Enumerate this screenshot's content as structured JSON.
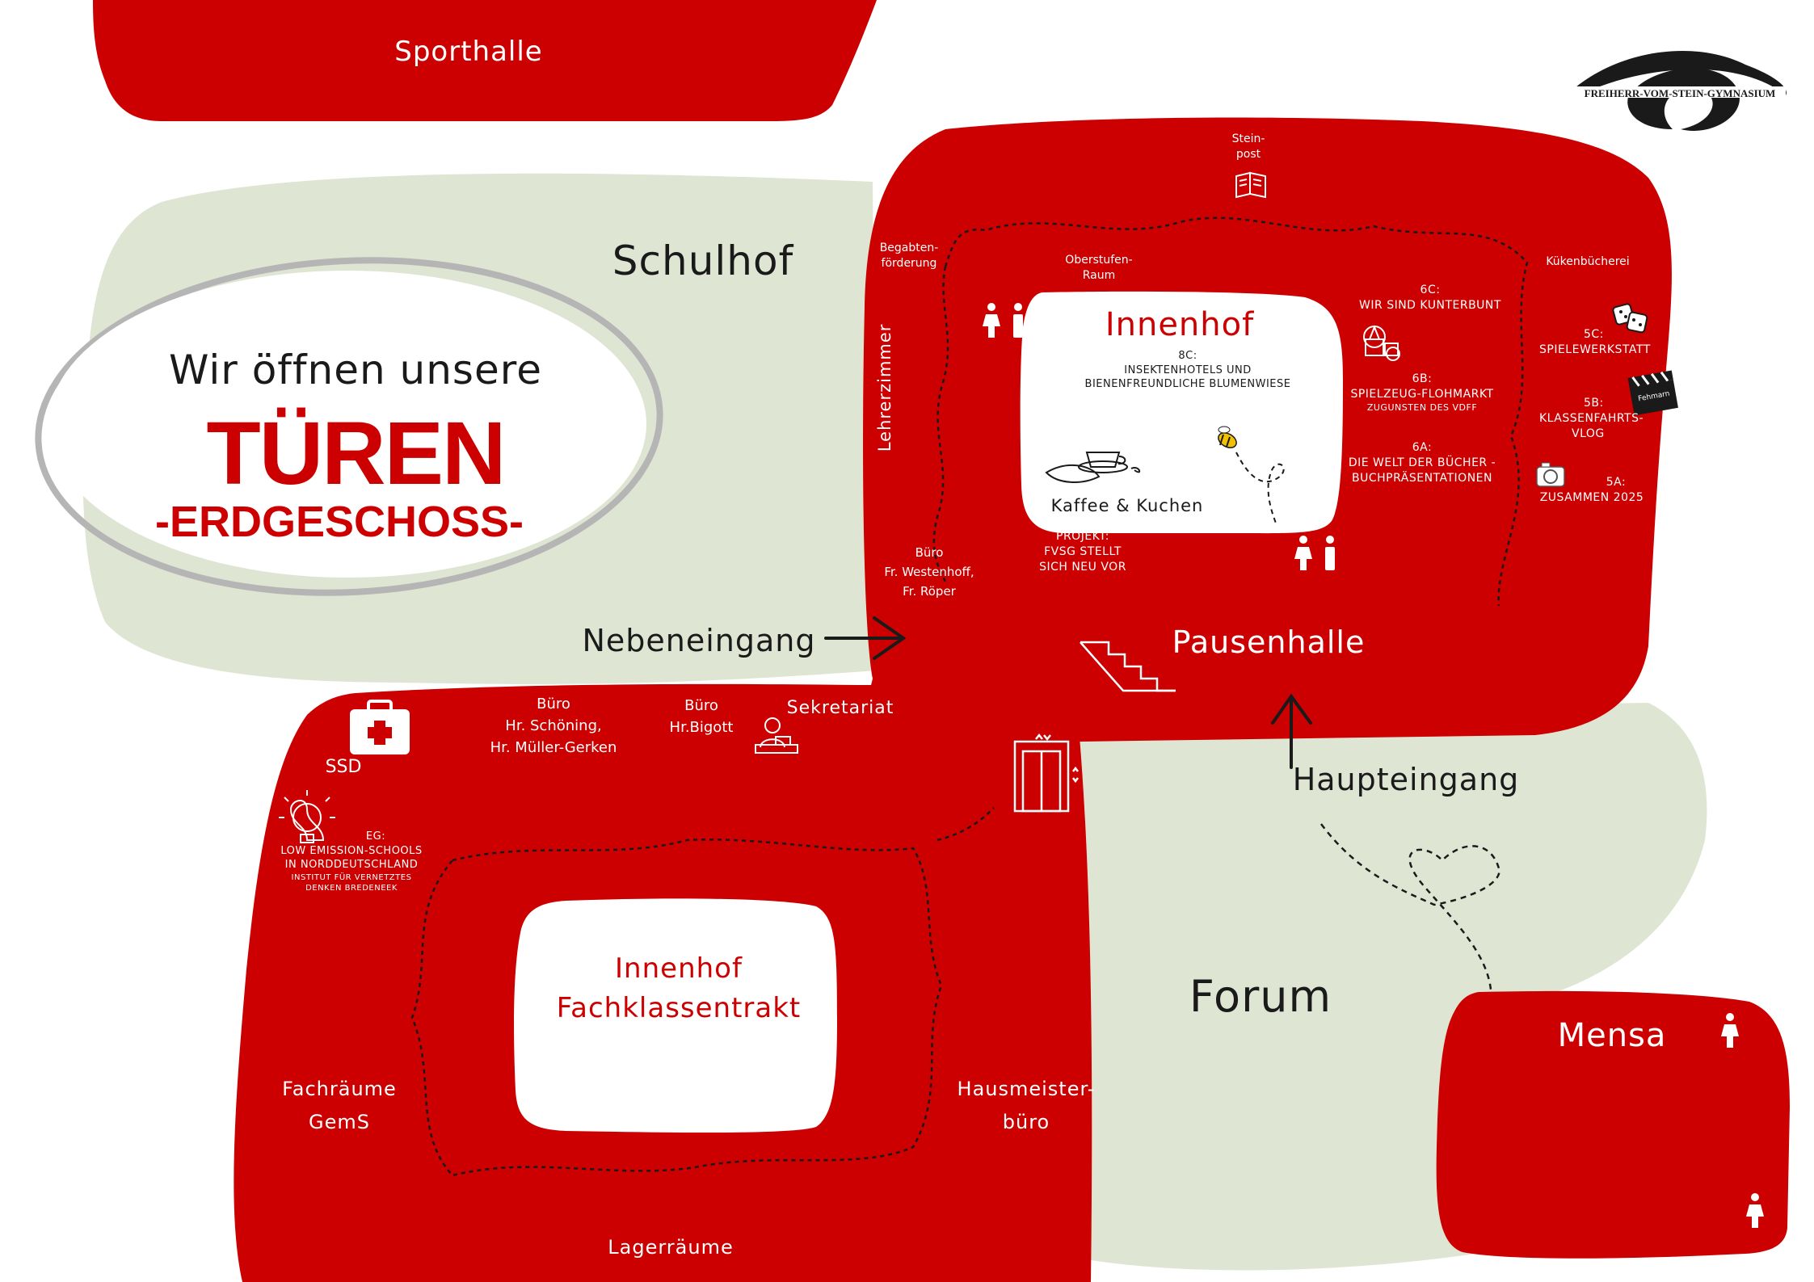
{
  "colors": {
    "red": "#cc0000",
    "sage": "#dfe5d3",
    "ink": "#1a1a1a",
    "white": "#ffffff"
  },
  "header": {
    "logo_text": "FREIHERR-VOM-STEIN-GYMNASIUM",
    "title_line1": "Wir öffnen unsere",
    "title_line2": "TÜREN",
    "title_line3": "-ERDGESCHOSS-"
  },
  "areas": {
    "sporthalle": "Sporthalle",
    "schulhof": "Schulhof",
    "innenhof_main": "Innenhof",
    "pausenhalle": "Pausenhalle",
    "innenhof_fach_line1": "Innenhof",
    "innenhof_fach_line2": "Fachklassentrakt",
    "forum": "Forum",
    "mensa": "Mensa"
  },
  "entrances": {
    "neben": "Nebeneingang",
    "haupt": "Haupteingang"
  },
  "rooms": {
    "steinpost_1": "Stein-",
    "steinpost_2": "post",
    "begabten_1": "Begabten-",
    "begabten_2": "förderung",
    "oberstufen_1": "Oberstufen-",
    "oberstufen_2": "Raum",
    "kuekenbuecherei": "Kükenbücherei",
    "lehrerzimmer": "Lehrerzimmer",
    "buero_west_1": "Büro",
    "buero_west_2": "Fr. Westenhoff,",
    "buero_west_3": "Fr. Röper",
    "buero_schoening_1": "Büro",
    "buero_schoening_2": "Hr. Schöning,",
    "buero_schoening_3": "Hr. Müller-Gerken",
    "buero_bigott_1": "Büro",
    "buero_bigott_2": "Hr.Bigott",
    "sekretariat": "Sekretariat",
    "ssd": "SSD",
    "faecher_1": "Fachräume",
    "faecher_2": "GemS",
    "hausmeister_1": "Hausmeister-",
    "hausmeister_2": "büro",
    "lager": "Lagerräume"
  },
  "projects": {
    "p8c_1": "8C:",
    "p8c_2": "INSEKTENHOTELS UND",
    "p8c_3": "BIENENFREUNDLICHE BLUMENWIESE",
    "kaffee": "Kaffee & Kuchen",
    "projekt_1": "PROJEKT:",
    "projekt_2": "FVSG STELLT",
    "projekt_3": "SICH NEU VOR",
    "p6c_1": "6C:",
    "p6c_2": "WIR SIND KUNTERBUNT",
    "p6b_1": "6B:",
    "p6b_2": "SPIELZEUG-FLOHMARKT",
    "p6b_3": "ZUGUNSTEN DES VDFF",
    "p6a_1": "6A:",
    "p6a_2": "DIE WELT DER BÜCHER -",
    "p6a_3": "BUCHPRÄSENTATIONEN",
    "p5c_1": "5C:",
    "p5c_2": "SPIELEWERKSTATT",
    "p5b_1": "5B:",
    "p5b_2": "KLASSENFAHRTS-",
    "p5b_3": "VLOG",
    "p5a_1": "5A:",
    "p5a_2": "ZUSAMMEN 2025",
    "clapper_text": "Fehmarn",
    "eg_1": "Eg:",
    "eg_2": "LOW EMISSION-SCHOOLS",
    "eg_3": "IN NORDDEUTSCHLAND",
    "eg_4": "INSTITUT FÜR VERNETZTES",
    "eg_5": "DENKEN BREDENEEK"
  },
  "icons": [
    "book-icon",
    "restroom-icon",
    "dice-icon",
    "toys-icon",
    "clapperboard-icon",
    "camera-icon",
    "coffee-cake-icon",
    "bee-icon",
    "stairs-icon",
    "elevator-icon",
    "first-aid-icon",
    "secretary-icon",
    "lightbulb-icon",
    "person-icon",
    "arrow-icon"
  ]
}
